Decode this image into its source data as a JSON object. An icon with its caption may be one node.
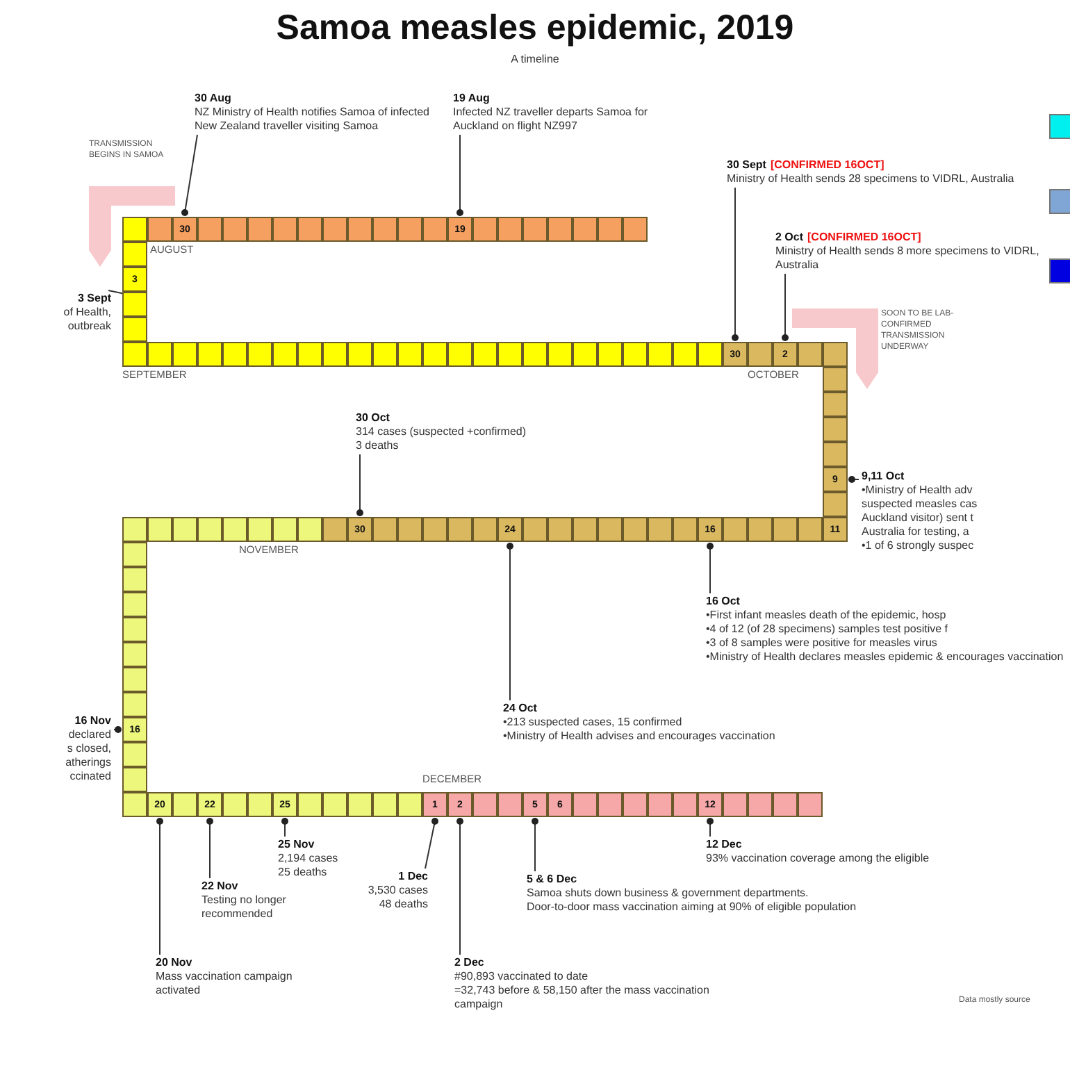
{
  "diagram": {
    "title": "Samoa measles epidemic, 2019",
    "caption": "A timeline",
    "nodes": [
      {
        "text": [
          "30 Aug",
          "NZ Ministry of Health notifies Samoa of infected New Zealand traveller visiting Samoa"
        ]
      },
      {
        "text": [
          "19 Aug",
          "Infected NZ traveller departs Samoa for Auckland on flight NZ997"
        ]
      },
      {
        "text": [
          "3 Sept",
          "of Health,",
          "outbreak"
        ]
      },
      {
        "text": [
          "30 Sept",
          "[CONFIRMED 16OCT]",
          "Ministry of Health sends 28 specimens to VIDRL, Australia"
        ]
      },
      {
        "text": [
          "2 Oct",
          "[CONFIRMED 16OCT]",
          "Ministry of Health sends 8 more specimens to VIDRL, Australia"
        ]
      },
      {
        "text": [
          "9,11 Oct",
          "•Ministry of Health adv",
          "suspected measles cas",
          "Auckland visitor) sent t",
          "Australia for testing, a",
          "•1 of 6 strongly suspec"
        ]
      },
      {
        "text": [
          "30 Oct",
          "314 cases (suspected +confirmed)",
          "3 deaths"
        ]
      },
      {
        "text": [
          "16 Oct",
          "•First infant measles death of the epidemic, hosp",
          "•4 of 12 (of 28 specimens) samples test positive f",
          "•3 of 8 samples were positive for measles virus",
          "•Ministry of Health declares measles epidemic & encourages vaccination"
        ]
      },
      {
        "text": [
          "24 Oct",
          "•213 suspected cases, 15 confirmed",
          "•Ministry of Health advises and encourages vaccination"
        ]
      },
      {
        "text": [
          "16 Nov",
          "declared",
          "s closed,",
          "atherings",
          "ccinated"
        ]
      },
      {
        "text": [
          "20 Nov",
          "Mass vaccination campaign activated"
        ]
      },
      {
        "text": [
          "22 Nov",
          "Testing no longer recommended"
        ]
      },
      {
        "text": [
          "25 Nov",
          "2,194 cases",
          "25 deaths"
        ]
      },
      {
        "text": [
          "1 Dec",
          "3,530 cases",
          "48 deaths"
        ]
      },
      {
        "text": [
          "2 Dec",
          "#90,893 vaccinated to date",
          "=32,743 before & 58,150 after the mass vaccination campaign"
        ]
      },
      {
        "text": [
          "5 & 6 Dec",
          "Samoa shuts down business & government departments.",
          "Door-to-door mass vaccination aiming at 90% of eligible population"
        ]
      },
      {
        "text": [
          "12 Dec",
          "93% vaccination coverage among the eligible"
        ]
      },
      {
        "text": [
          "30"
        ]
      },
      {
        "text": [
          "19"
        ]
      },
      {
        "text": [
          "3"
        ]
      },
      {
        "text": [
          "30"
        ]
      },
      {
        "text": [
          "2"
        ]
      },
      {
        "text": [
          "9"
        ]
      },
      {
        "text": [
          "11"
        ]
      },
      {
        "text": [
          "16"
        ]
      },
      {
        "text": [
          "24"
        ]
      },
      {
        "text": [
          "30"
        ]
      },
      {
        "text": [
          "16"
        ]
      },
      {
        "text": [
          "20"
        ]
      },
      {
        "text": [
          "22"
        ]
      },
      {
        "text": [
          "25"
        ]
      },
      {
        "text": [
          "1"
        ]
      },
      {
        "text": [
          "2"
        ]
      },
      {
        "text": [
          "5"
        ]
      },
      {
        "text": [
          "6"
        ]
      },
      {
        "text": [
          "12"
        ]
      }
    ],
    "edges": [
      {
        "from": 0,
        "to": 17,
        "arrow": "other"
      },
      {
        "from": 1,
        "to": 18,
        "arrow": "other"
      },
      {
        "from": 2,
        "to": 19,
        "arrow": "other"
      },
      {
        "from": 3,
        "to": 20,
        "arrow": "other"
      },
      {
        "from": 4,
        "to": 21,
        "arrow": "other"
      },
      {
        "from": 5,
        "to": 22,
        "arrow": "other"
      },
      {
        "from": 6,
        "to": 26,
        "arrow": "other"
      },
      {
        "from": 7,
        "to": 24,
        "arrow": "other"
      },
      {
        "from": 8,
        "to": 25,
        "arrow": "other"
      },
      {
        "from": 9,
        "to": 27,
        "arrow": "other"
      },
      {
        "from": 10,
        "to": 28,
        "arrow": "other"
      },
      {
        "from": 11,
        "to": 29,
        "arrow": "other"
      },
      {
        "from": 12,
        "to": 30,
        "arrow": "other"
      },
      {
        "from": 13,
        "to": 31,
        "arrow": "other"
      },
      {
        "from": 14,
        "to": 32,
        "arrow": "other"
      },
      {
        "from": 15,
        "to": 33,
        "arrow": "other"
      },
      {
        "from": 16,
        "to": 35,
        "arrow": "other"
      }
    ],
    "labels": [
      "TRANSMISSION BEGINS IN SAMOA",
      "AUGUST",
      "SEPTEMBER",
      "OCTOBER",
      "SOON TO BE LAB-CONFIRMED TRANSMISSION UNDERWAY",
      "NOVEMBER",
      "DECEMBER",
      "Data mostly source"
    ]
  }
}
